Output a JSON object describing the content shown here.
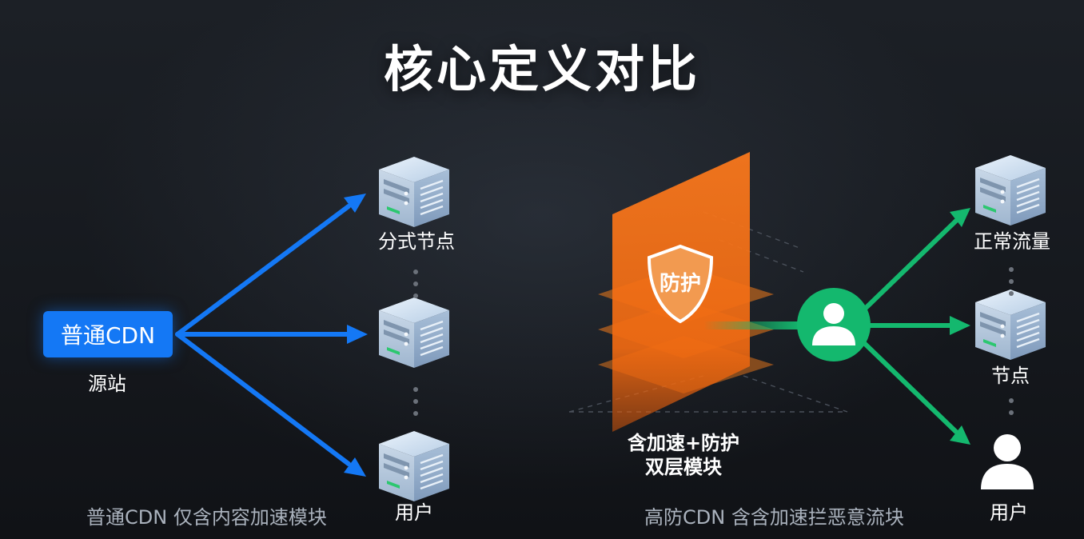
{
  "title": "核心定义对比",
  "left": {
    "origin_box": "普通CDN",
    "origin_label": "源站",
    "node_labels": [
      "分式节点",
      "用户"
    ],
    "caption": "普通CDN 仅含内容加速模块",
    "arrow_color": "#1478f5"
  },
  "right": {
    "shield_text": "防护",
    "module_label_line1": "含加速+防护",
    "module_label_line2": "双层模块",
    "node_labels": [
      "正常流量",
      "节点",
      "用户"
    ],
    "caption": "高防CDN 含含加速拦恶意流块",
    "arrow_color": "#14b86e",
    "shield_color": "#f07a1a"
  }
}
